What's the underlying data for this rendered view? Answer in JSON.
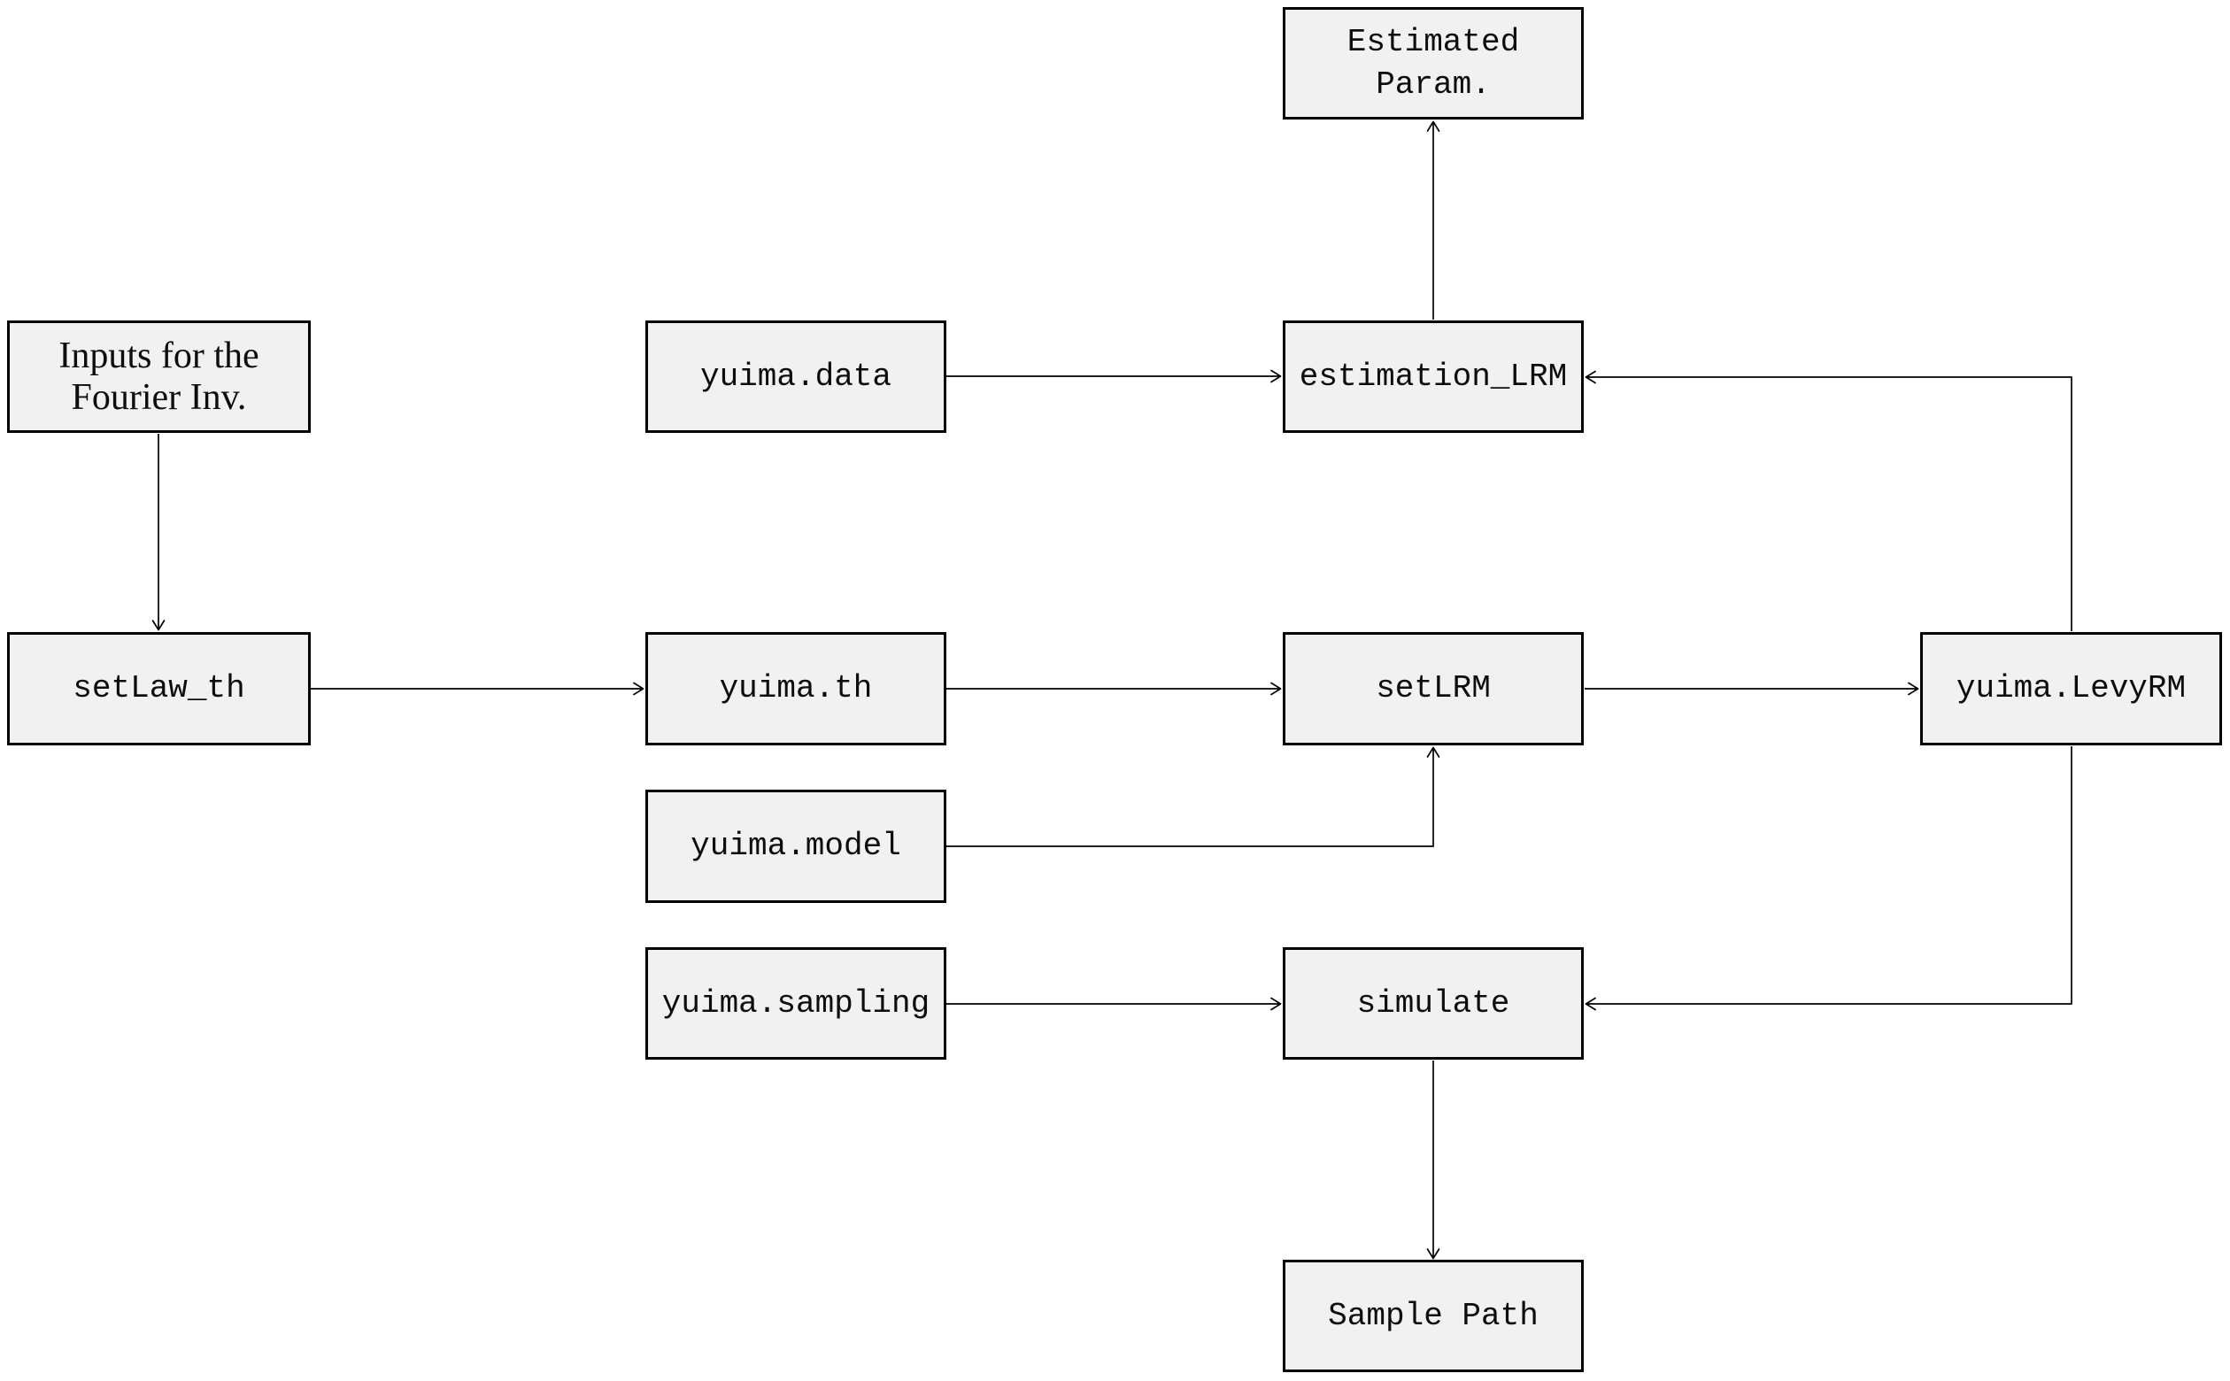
{
  "diagram": {
    "description": "Flowchart of yuima Levy regression model workflow",
    "colors": {
      "background": "#ffffff",
      "node_fill": "#f1f1f1",
      "node_border": "#000000",
      "arrow": "#000000",
      "text": "#0d0d0d"
    },
    "nodes": {
      "estimated_param": {
        "label": "Estimated\nParam."
      },
      "inputs_fourier": {
        "label": "Inputs for the\nFourier Inv."
      },
      "yuima_data": {
        "label": "yuima.data"
      },
      "estimation_lrm": {
        "label": "estimation_LRM"
      },
      "setlaw_th": {
        "label": "setLaw_th"
      },
      "yuima_th": {
        "label": "yuima.th"
      },
      "setlrm": {
        "label": "setLRM"
      },
      "yuima_levyrm": {
        "label": "yuima.LevyRM"
      },
      "yuima_model": {
        "label": "yuima.model"
      },
      "yuima_sampling": {
        "label": "yuima.sampling"
      },
      "simulate": {
        "label": "simulate"
      },
      "sample_path": {
        "label": "Sample Path"
      }
    },
    "edges": [
      {
        "from": "inputs_fourier",
        "to": "setlaw_th"
      },
      {
        "from": "setlaw_th",
        "to": "yuima_th"
      },
      {
        "from": "yuima_th",
        "to": "setlrm"
      },
      {
        "from": "yuima_model",
        "to": "setlrm"
      },
      {
        "from": "setlrm",
        "to": "yuima_levyrm"
      },
      {
        "from": "yuima_data",
        "to": "estimation_lrm"
      },
      {
        "from": "yuima_levyrm",
        "to": "estimation_lrm"
      },
      {
        "from": "estimation_lrm",
        "to": "estimated_param"
      },
      {
        "from": "yuima_sampling",
        "to": "simulate"
      },
      {
        "from": "yuima_levyrm",
        "to": "simulate"
      },
      {
        "from": "simulate",
        "to": "sample_path"
      }
    ]
  }
}
